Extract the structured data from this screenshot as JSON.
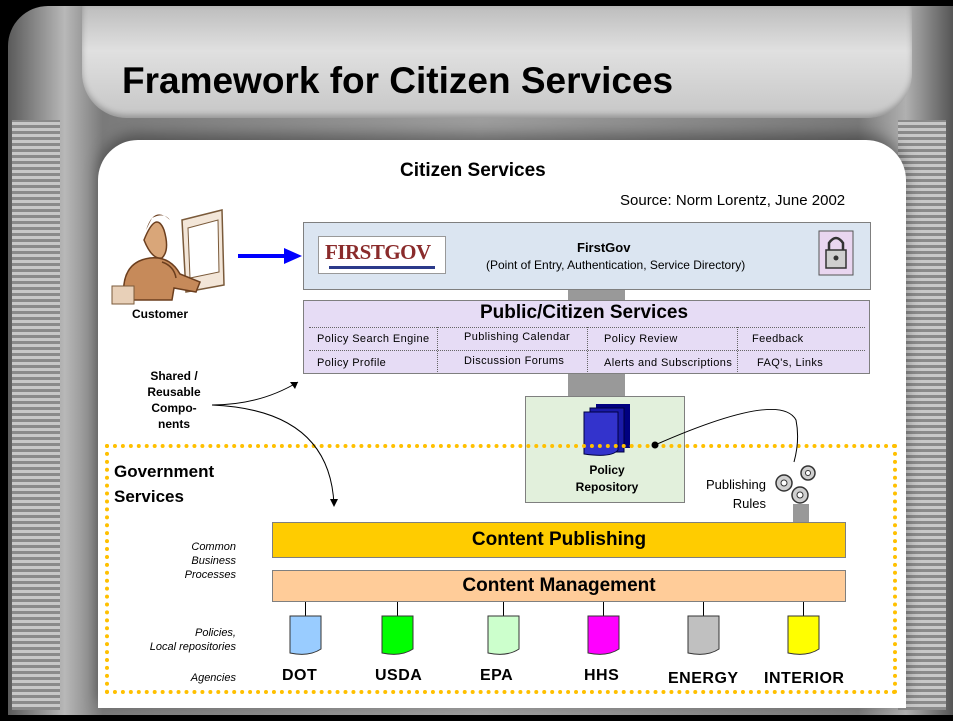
{
  "title": "Framework for Citizen Services",
  "subtitle": "Citizen Services",
  "source": "Source: Norm Lorentz, June 2002",
  "customer_label": "Customer",
  "shared_label": [
    "Shared /",
    "Reusable",
    "Compo-",
    "nents"
  ],
  "firstgov": {
    "logo_text": "FIRSTGOV",
    "title": "FirstGov",
    "subtitle": "(Point of Entry, Authentication, Service Directory)"
  },
  "public_services": {
    "title": "Public/Citizen Services",
    "cells": [
      "Policy Search Engine",
      "Publishing Calendar",
      "Policy Review",
      "Feedback",
      "Policy Profile",
      "Discussion Forums",
      "Alerts and Subscriptions",
      "FAQ's, Links"
    ]
  },
  "policy_repository": [
    "Policy",
    "Repository"
  ],
  "publishing_rules": [
    "Publishing",
    "Rules"
  ],
  "government_services": [
    "Government",
    "Services"
  ],
  "content_publishing": "Content Publishing",
  "content_management": "Content Management",
  "common_business": [
    "Common",
    "Business",
    "Processes"
  ],
  "policies_local": [
    "Policies,",
    "Local repositories"
  ],
  "agencies_label": "Agencies",
  "agencies": [
    {
      "name": "DOT",
      "color": "#99ccff"
    },
    {
      "name": "USDA",
      "color": "#00ff00"
    },
    {
      "name": "EPA",
      "color": "#ccffcc"
    },
    {
      "name": "HHS",
      "color": "#ff00ff"
    },
    {
      "name": "ENERGY",
      "color": "#c0c0c0"
    },
    {
      "name": "INTERIOR",
      "color": "#ffff00"
    }
  ],
  "colors": {
    "firstgov_bg": "#dbe5f1",
    "public_bg": "#e6dcf5",
    "repository_bg": "#e2f0dc",
    "publishing_bg": "#ffcc00",
    "management_bg": "#ffcc99",
    "gov_border": "#ffc000",
    "arrow": "#0000ff"
  }
}
